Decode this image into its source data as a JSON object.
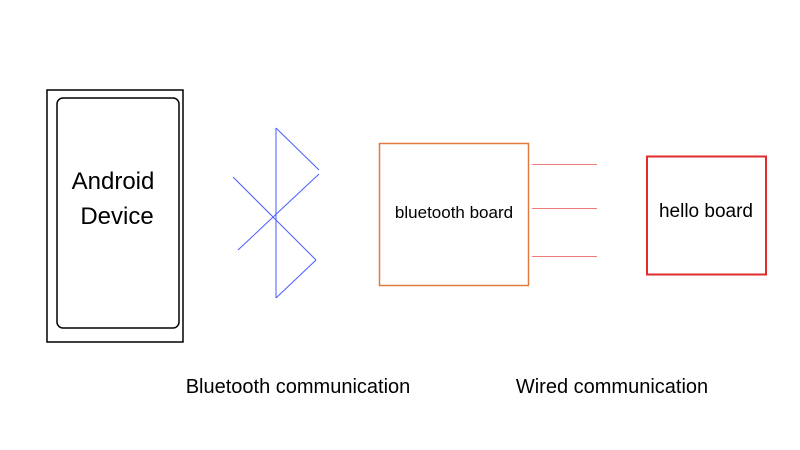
{
  "diagram": {
    "android_device": {
      "label_line1": "Android",
      "label_line2": "Device"
    },
    "bluetooth_board": {
      "label": "bluetooth board",
      "color": "#e07a3f"
    },
    "hello_board": {
      "label": "hello board",
      "color": "#e02c2c"
    },
    "bluetooth_symbol": {
      "icon": "bluetooth-icon",
      "color": "#4a5cff"
    },
    "wires": {
      "count": 3,
      "color": "#ee7b7b"
    },
    "captions": {
      "bluetooth": "Bluetooth communication",
      "wired": "Wired communication"
    }
  }
}
